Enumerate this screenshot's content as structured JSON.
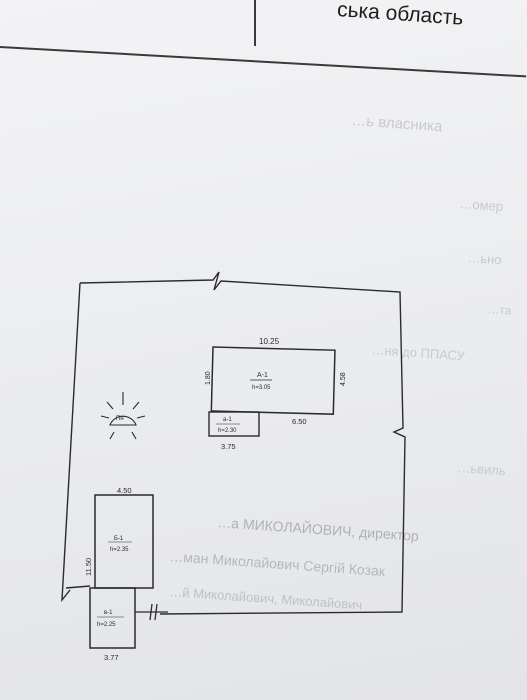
{
  "header": {
    "region_text": "ська область"
  },
  "faded_text": {
    "line1": "…ь власника",
    "line2": "…омер",
    "line3": "…ьно",
    "line4": "…та",
    "line5": "…ня до ППАСУ",
    "line6": "…ьвиль",
    "line7": "…а МИКОЛАЙОВИЧ, директор",
    "line8": "…ман Миколайович Сергій Козак",
    "line9": "…й Миколайович, Миколайович"
  },
  "plan": {
    "building_main": {
      "code": "А-1",
      "height": "h=3.05",
      "width_top": "10.25",
      "depth_left": "1.80",
      "depth_right": "4.58",
      "lower_width": "6.50"
    },
    "porch": {
      "code": "а-1",
      "height": "h=2.30",
      "width": "3.75"
    },
    "shed": {
      "code": "Б-1",
      "height": "h=2.35",
      "width_top": "4.50",
      "depth": "11.50"
    },
    "outbuilding": {
      "code": "в-1",
      "height": "h=2.25",
      "width": "3.77"
    },
    "north_label": "Пн"
  },
  "colors": {
    "paper": "#eeeef1",
    "ink": "#2b2b2b"
  }
}
